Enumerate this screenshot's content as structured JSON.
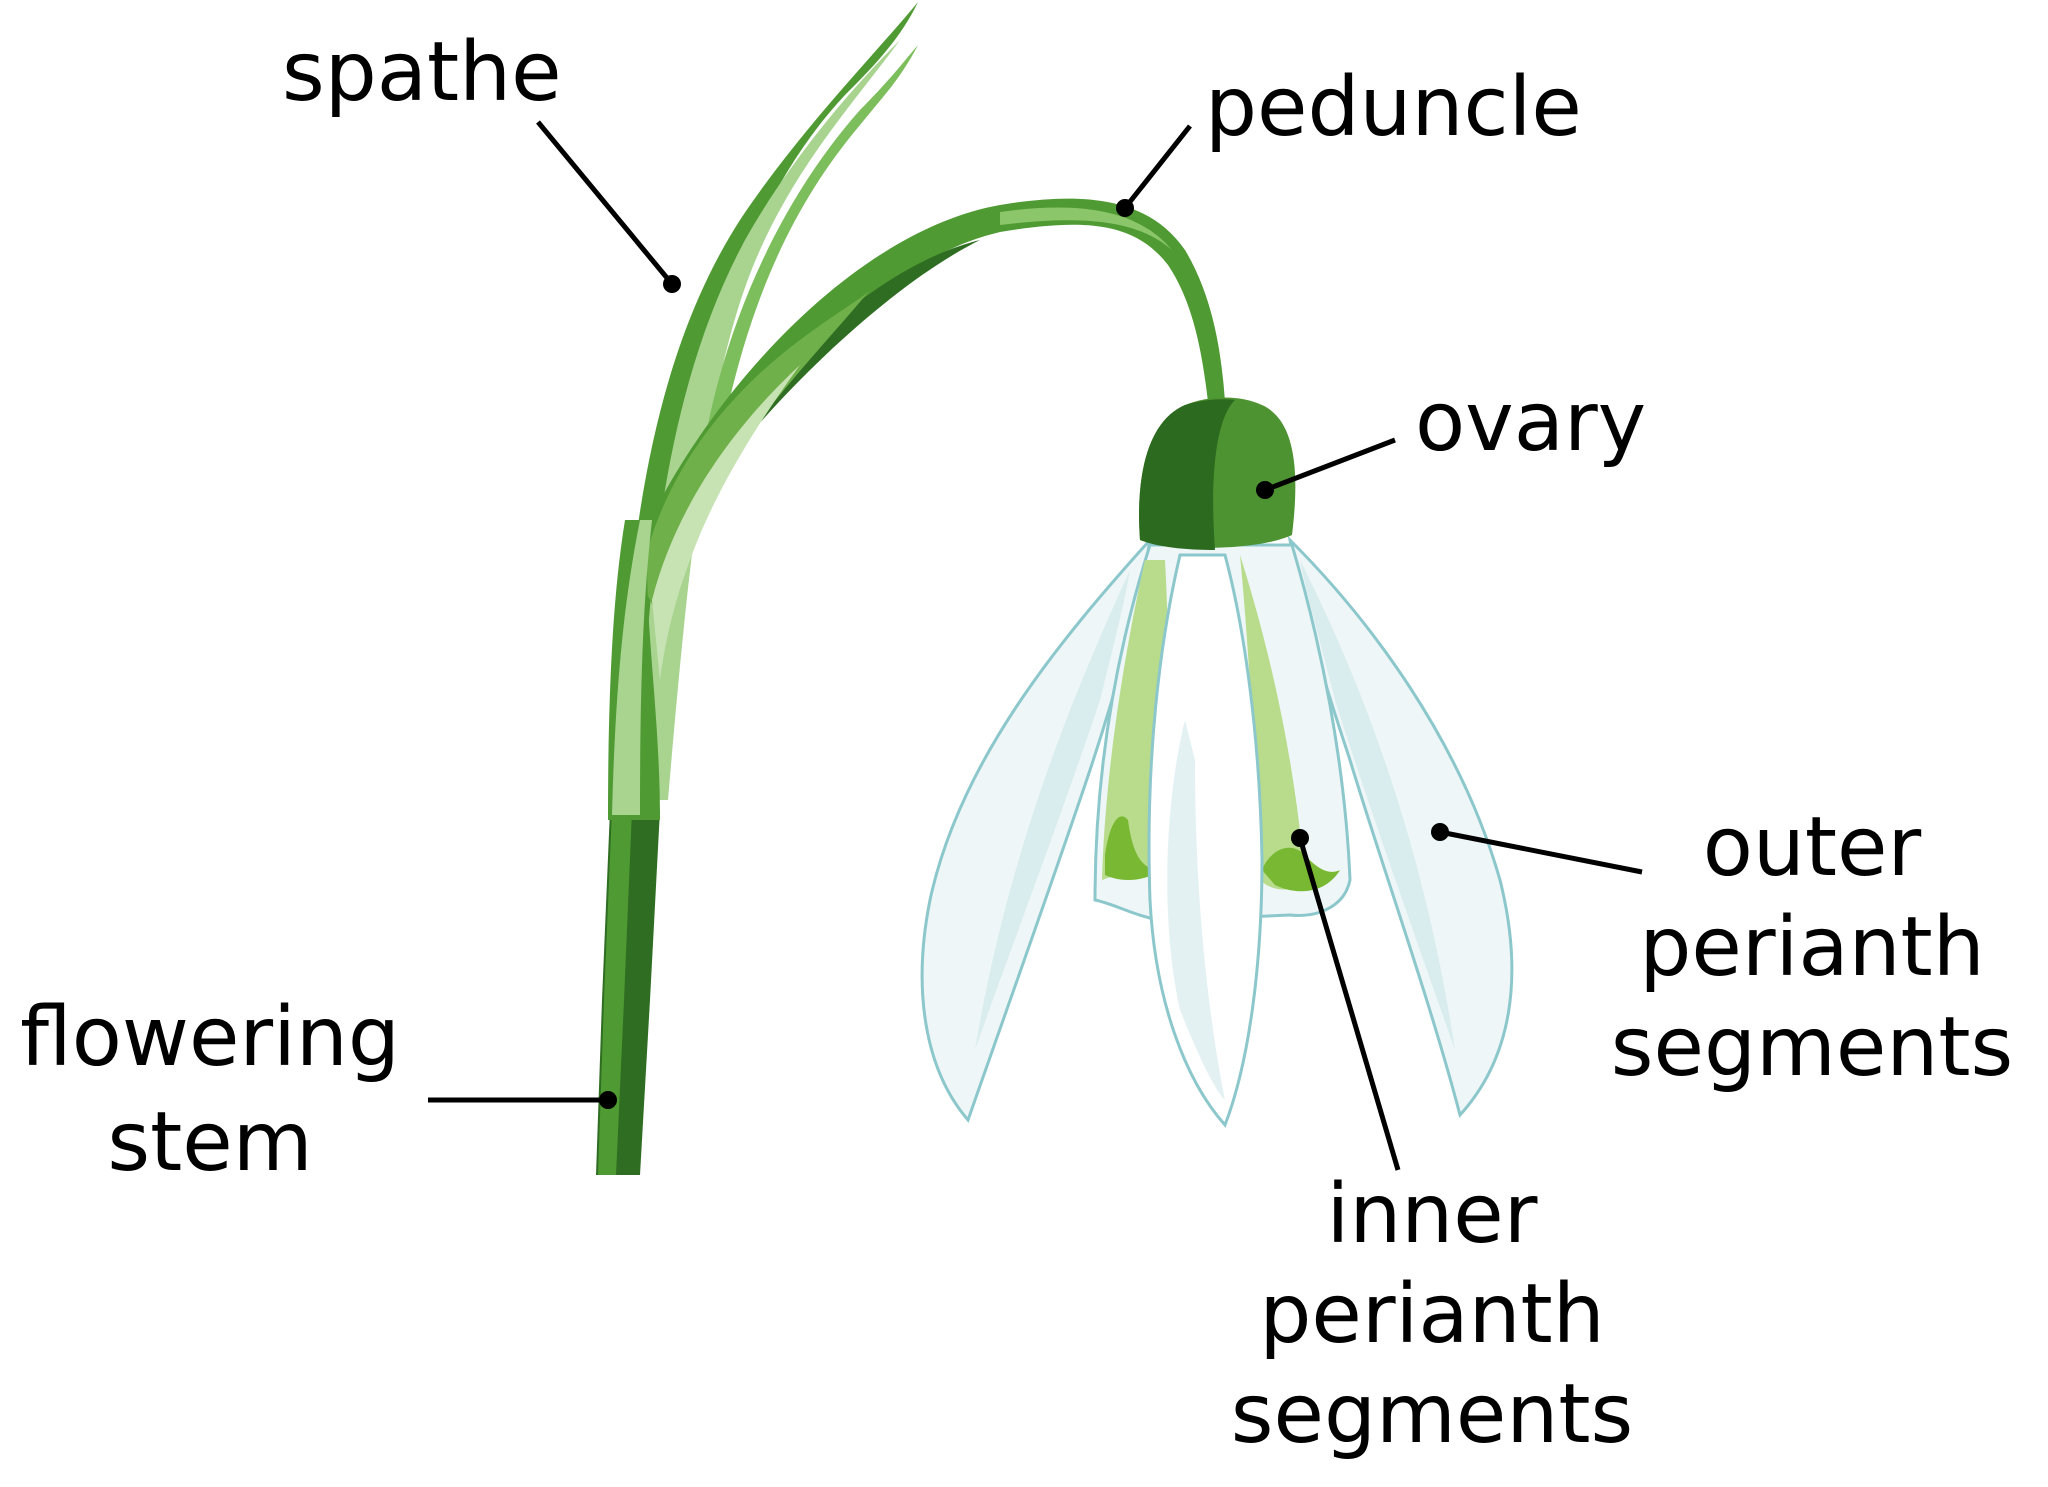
{
  "labels": {
    "spathe": "spathe",
    "peduncle": "peduncle",
    "ovary": "ovary",
    "outer_line1": "outer",
    "outer_line2": "perianth",
    "outer_line3": "segments",
    "inner_line1": "inner",
    "inner_line2": "perianth",
    "inner_line3": "segments",
    "stem_line1": "flowering",
    "stem_line2": "stem"
  },
  "colors": {
    "stem_dark": "#2f6e22",
    "stem_mid": "#4f9a33",
    "stem_light": "#6fb04a",
    "spathe_light": "#a8d490",
    "spathe_pale": "#c7e3b4",
    "ovary_dark": "#2c6a1f",
    "ovary_mid": "#4e9331",
    "petal_fill": "#eef6f7",
    "petal_shade": "#d9ecee",
    "petal_outline": "#8cc7cc",
    "inner_green": "#b8dc8c",
    "inner_green_dark": "#79b832"
  }
}
